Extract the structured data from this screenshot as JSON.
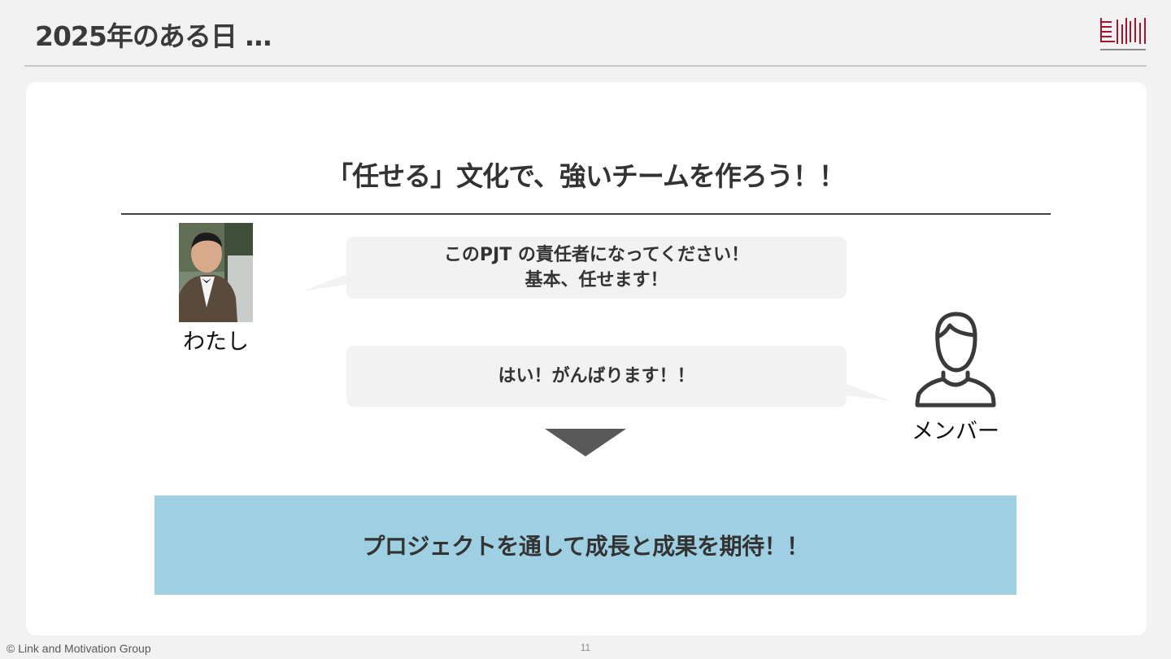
{
  "slide": {
    "title": "2025年のある日 …",
    "headline": "「任せる」文化で、強いチームを作ろう！！",
    "manager_label": "わたし",
    "member_label": "メンバー",
    "bubble_manager": {
      "line1": "このPJT の責任者になってください！",
      "line2": "基本、任せます！"
    },
    "bubble_member": "はい！がんばります！！",
    "result": "プロジェクトを通して成長と成果を期待！！",
    "copyright": "© Link and Motivation Group",
    "page_number": "11"
  },
  "icons": {
    "logo": "link-and-motivation-logo",
    "member": "person-outline-icon",
    "photo": "manager-photo"
  },
  "colors": {
    "background": "#f2f2f2",
    "card": "#ffffff",
    "bubble": "#f2f2f2",
    "result_box": "#9fcfe2",
    "arrow": "#595959",
    "logo_accent": "#a3162d"
  }
}
